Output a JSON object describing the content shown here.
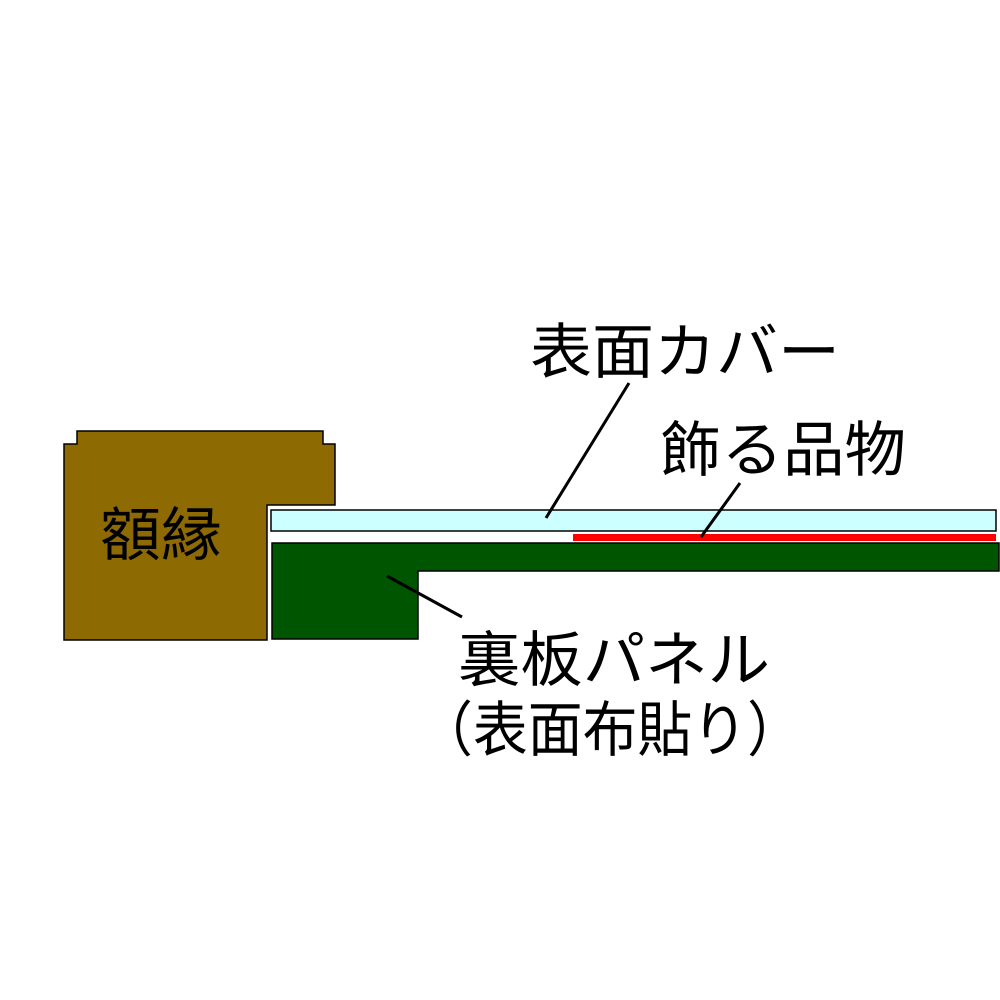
{
  "labels": {
    "frame": "額縁",
    "cover": "表面カバー",
    "item": "飾る品物",
    "panel_line1": "裏板パネル",
    "panel_line2": "（表面布貼り）"
  },
  "colors": {
    "frame": "#8E6A03",
    "cover": "#CCFFFF",
    "item": "#FF0000",
    "panel": "#005500",
    "outline": "#000000"
  }
}
